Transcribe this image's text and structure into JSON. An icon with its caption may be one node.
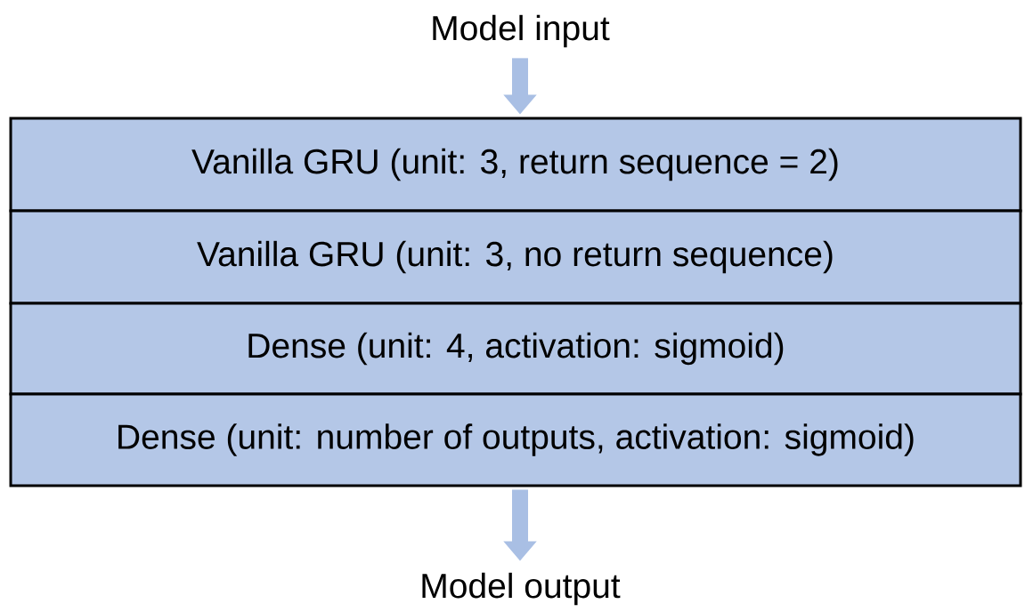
{
  "diagram": {
    "nodes": [
      {
        "text": [
          "Model input"
        ]
      },
      {
        "text": [
          "Vanilla GRU (unit: 3, return sequence = 2)"
        ]
      },
      {
        "text": [
          "Vanilla GRU (unit: 3, no return sequence)"
        ]
      },
      {
        "text": [
          "Dense (unit: 4, activation: sigmoid)"
        ]
      },
      {
        "text": [
          "Dense (unit: number of outputs, activation: sigmoid)"
        ]
      },
      {
        "text": [
          "Model output"
        ]
      }
    ],
    "edges": [
      {
        "from": 0,
        "to": 1,
        "arrow": "to"
      },
      {
        "from": 4,
        "to": 5,
        "arrow": "to"
      }
    ]
  }
}
